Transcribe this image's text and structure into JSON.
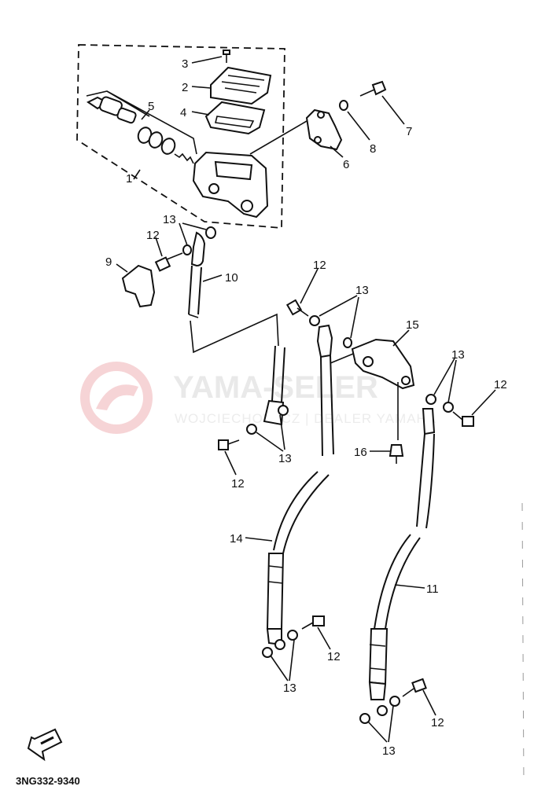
{
  "diagram": {
    "code": "3NG332-9340",
    "watermark": {
      "title": "YAMA-SELER",
      "subtitle": "WOJCIECHOWICZ | DEALER YAMAHA"
    },
    "callouts": {
      "c1": "1",
      "c2": "2",
      "c3": "3",
      "c4": "4",
      "c5": "5",
      "c6": "6",
      "c7": "7",
      "c8": "8",
      "c9": "9",
      "c10": "10",
      "c11": "11",
      "c12a": "12",
      "c12b": "12",
      "c12c": "12",
      "c12d": "12",
      "c12e": "12",
      "c12f": "12",
      "c13a": "13",
      "c13b": "13",
      "c13c": "13",
      "c13d": "13",
      "c13e": "13",
      "c13f": "13",
      "c14": "14",
      "c15": "15",
      "c16": "16"
    }
  }
}
